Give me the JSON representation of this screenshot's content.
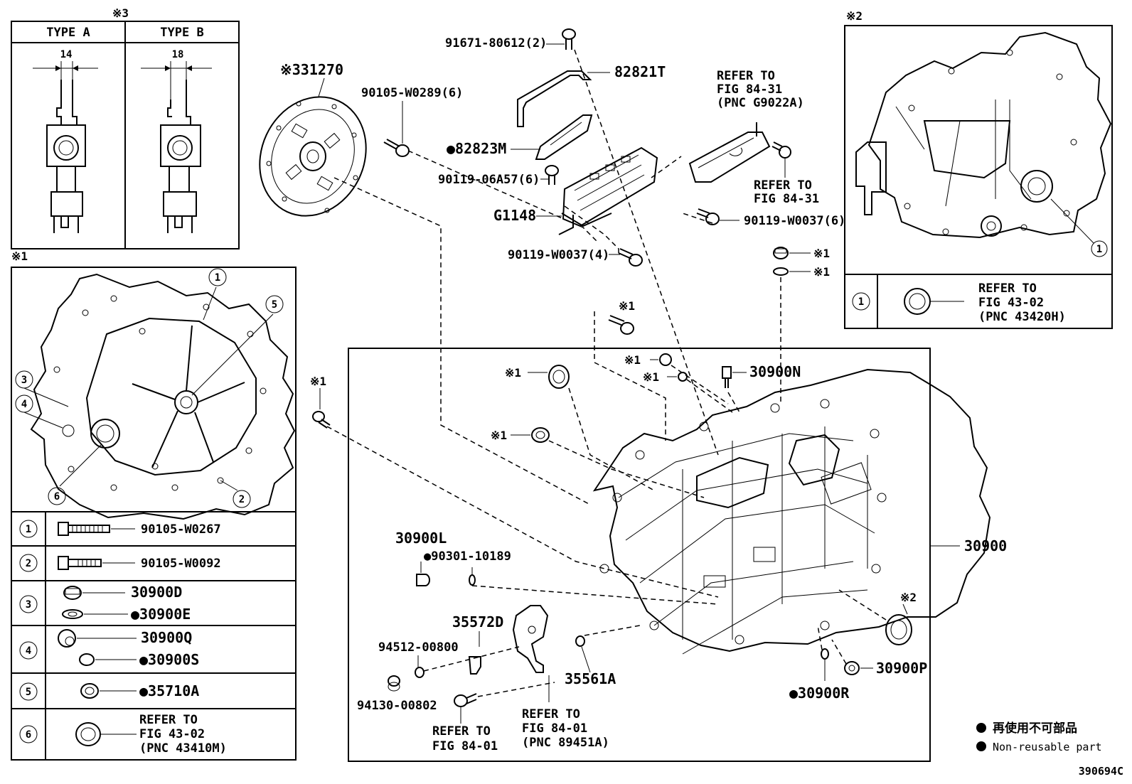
{
  "colors": {
    "ink": "#000000",
    "paper": "#ffffff"
  },
  "figure_code": "390694C",
  "marks": {
    "m1": "※1",
    "m2": "※2",
    "m3": "※3"
  },
  "type_box": {
    "note": "※3",
    "type_a": "TYPE A",
    "type_b": "TYPE B",
    "dim_a": "14",
    "dim_b": "18"
  },
  "left_box": {
    "note": "※1",
    "callouts": [
      "1",
      "2",
      "3",
      "4",
      "5",
      "6"
    ],
    "rows": [
      {
        "num": "1",
        "parts": [
          "90105-W0267"
        ]
      },
      {
        "num": "2",
        "parts": [
          "90105-W0092"
        ]
      },
      {
        "num": "3",
        "parts": [
          "30900D",
          "●30900E"
        ]
      },
      {
        "num": "4",
        "parts": [
          "30900Q",
          "●30900S"
        ]
      },
      {
        "num": "5",
        "parts": [
          "●35710A"
        ]
      },
      {
        "num": "6",
        "parts": [
          "REFER TO",
          "FIG 43-02",
          "(PNC 43410M)"
        ]
      }
    ]
  },
  "right_box": {
    "note": "※2",
    "callout": "1",
    "row": {
      "num": "1",
      "lines": [
        "REFER TO",
        "FIG 43-02",
        "(PNC 43420H)"
      ]
    }
  },
  "labels": {
    "p31270": "※331270",
    "p90105_w0289": "90105-W0289(6)",
    "p91671": "91671-80612(2)",
    "p82821t": "82821T",
    "p82823m": "●82823M",
    "p90119_06a57": "90119-06A57(6)",
    "pg1148": "G1148",
    "p90119_w0037_4": "90119-W0037(4)",
    "p90119_w0037_6": "90119-W0037(6)",
    "ref_g9022a": [
      "REFER TO",
      "FIG 84-31",
      "(PNC G9022A)"
    ],
    "ref_84_31": [
      "REFER TO",
      "FIG 84-31"
    ],
    "p30900n": "30900N",
    "p30900": "30900",
    "p30900l": "30900L",
    "p90301": "●90301-10189",
    "p35572d": "35572D",
    "p94512": "94512-00800",
    "p94130": "94130-00802",
    "p35561a": "35561A",
    "ref_84_01": [
      "REFER TO",
      "FIG 84-01"
    ],
    "ref_89451a": [
      "REFER TO",
      "FIG 84-01",
      "(PNC 89451A)"
    ],
    "p30900r": "●30900R",
    "p30900p": "30900P"
  },
  "legend": {
    "jp": "再使用不可部品",
    "en": "Non-reusable part"
  }
}
